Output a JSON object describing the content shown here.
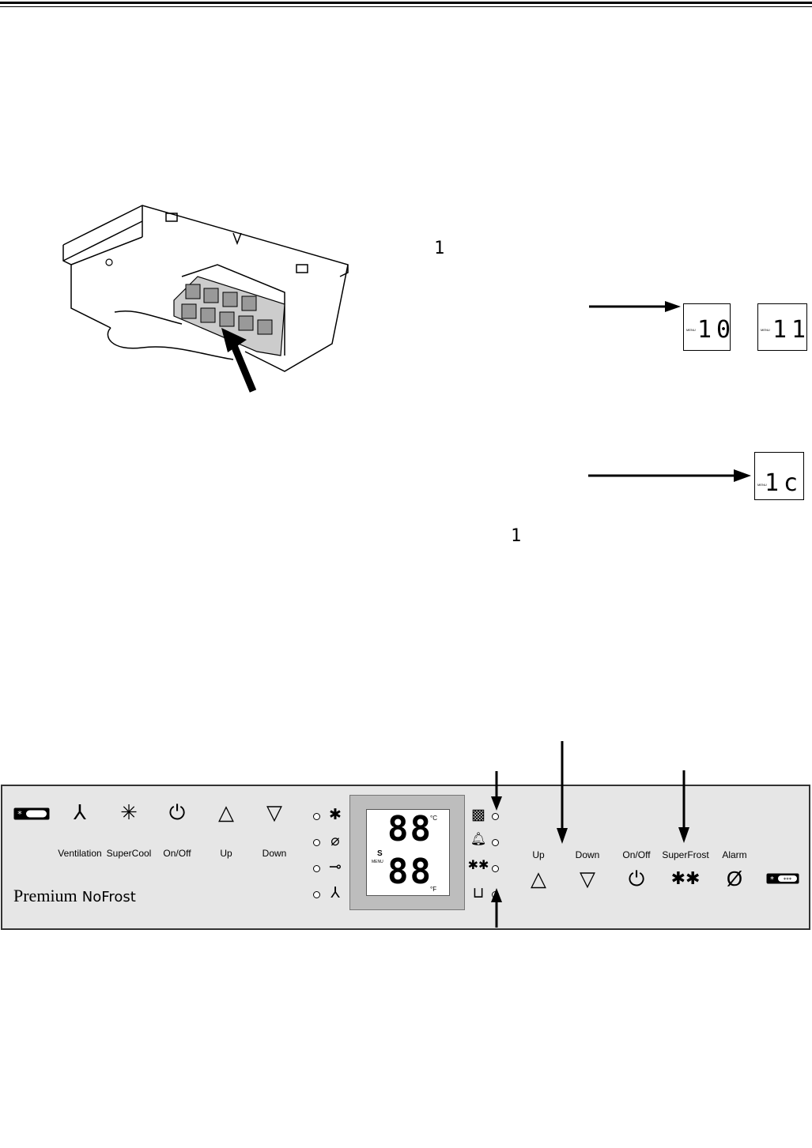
{
  "illustration": {
    "ice_box_symbol": "ice-cube-icon",
    "step_digit_a": "1",
    "step_digit_b": "1"
  },
  "menu_screens": [
    {
      "menu_label": "MENU",
      "digits": "10"
    },
    {
      "menu_label": "MENU",
      "digits": "11"
    },
    {
      "menu_label": "MENU",
      "digits": "1c"
    }
  ],
  "control_panel": {
    "brand": "Premium",
    "brand_suffix": "NoFrost",
    "fridge_buttons": [
      {
        "label": "Ventilation",
        "icon": "fan-icon",
        "glyph": "⅄"
      },
      {
        "label": "SuperCool",
        "icon": "snowflake-icon",
        "glyph": "✳"
      },
      {
        "label": "On/Off",
        "icon": "power-icon",
        "glyph": "⏻"
      },
      {
        "label": "Up",
        "icon": "triangle-up-icon",
        "glyph": "△"
      },
      {
        "label": "Down",
        "icon": "triangle-down-icon",
        "glyph": "▽"
      }
    ],
    "freezer_buttons": [
      {
        "label": "Up",
        "icon": "triangle-up-icon",
        "glyph": "△"
      },
      {
        "label": "Down",
        "icon": "triangle-down-icon",
        "glyph": "▽"
      },
      {
        "label": "On/Off",
        "icon": "power-icon",
        "glyph": "⏻"
      },
      {
        "label": "SuperFrost",
        "icon": "double-snowflake-icon",
        "glyph": "✱✱"
      },
      {
        "label": "Alarm",
        "icon": "alarm-off-icon",
        "glyph": "Ø"
      }
    ],
    "left_indicators": [
      {
        "icon": "snowflake-icon",
        "glyph": "✱"
      },
      {
        "icon": "no-symbol-icon",
        "glyph": "⌀"
      },
      {
        "icon": "key-icon",
        "glyph": "⊸"
      },
      {
        "icon": "fan-icon",
        "glyph": "⅄"
      }
    ],
    "right_indicators": [
      {
        "icon": "ice-maker-icon",
        "glyph": "▩"
      },
      {
        "icon": "bell-icon",
        "glyph": "🔔︎"
      },
      {
        "icon": "double-snowflake-icon",
        "glyph": "✱✱"
      },
      {
        "icon": "water-container-icon",
        "glyph": "⊔"
      }
    ],
    "display": {
      "top_digits": "88",
      "bottom_digits": "88",
      "unit_c": "°C",
      "unit_f": "°F",
      "s_label": "S",
      "menu_label": "MENU"
    }
  }
}
